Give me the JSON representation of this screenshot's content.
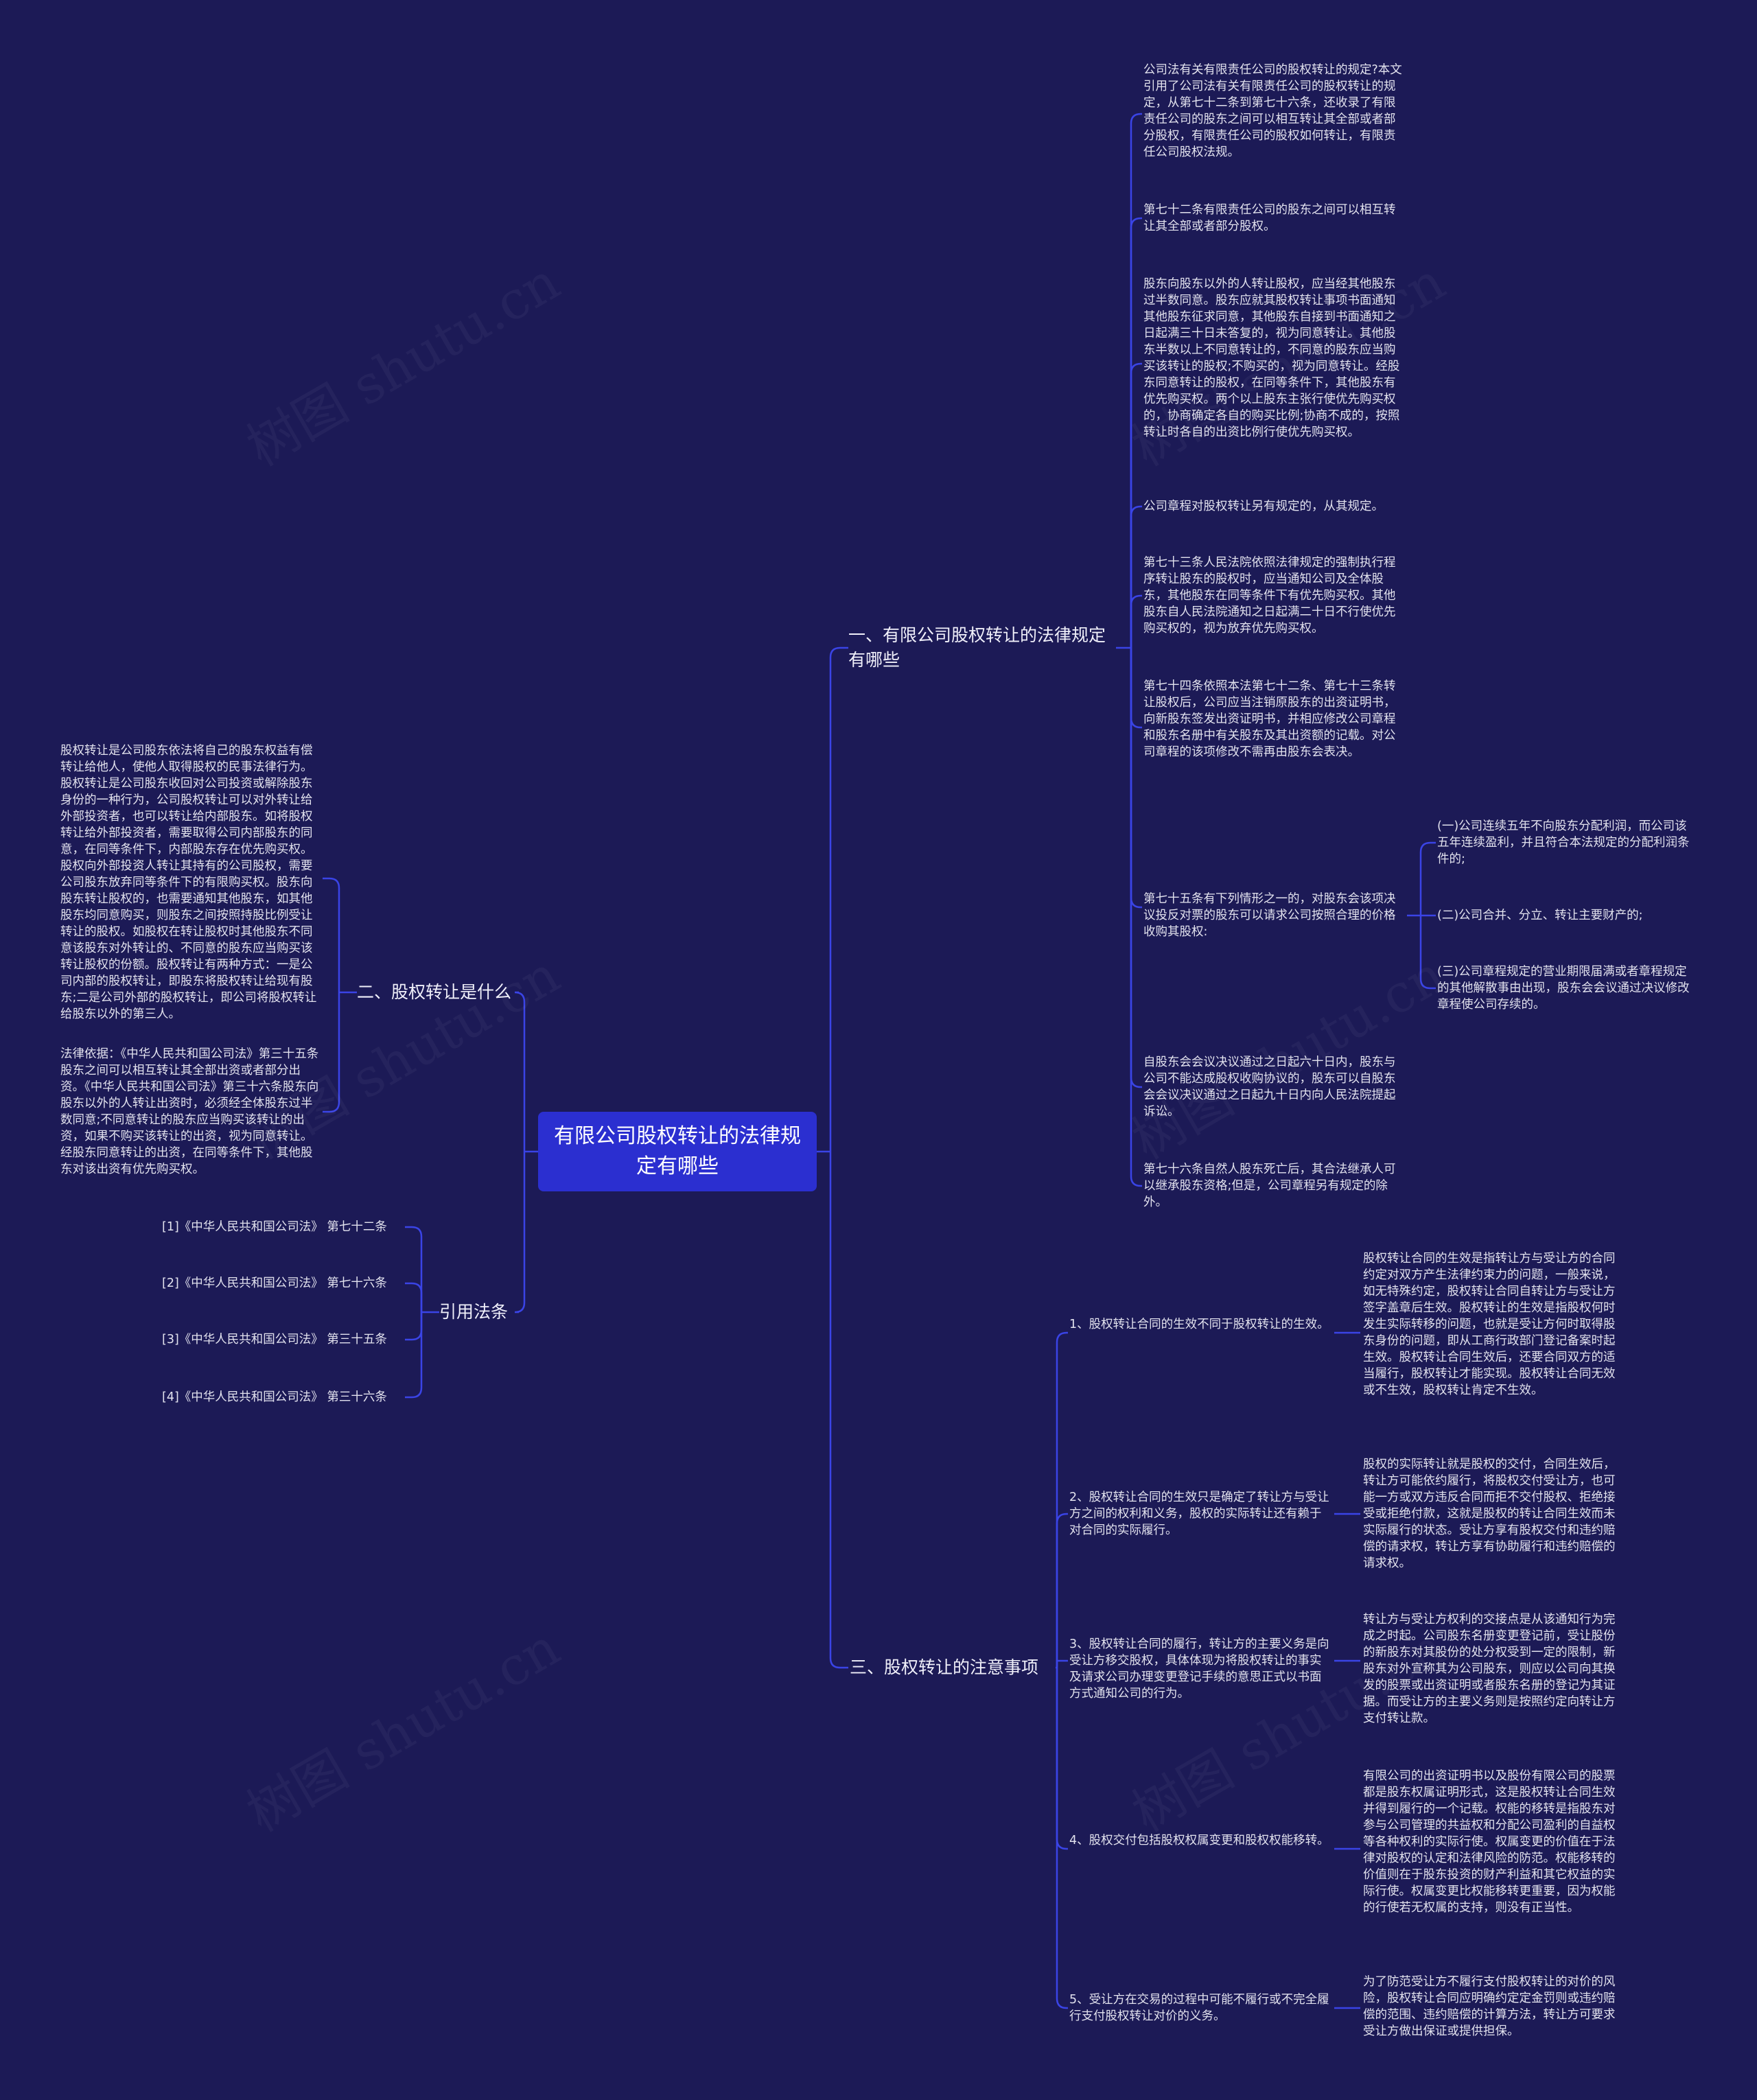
{
  "root": "有限公司股权转让的法律规定有哪些",
  "watermark": "树图 shutu.cn",
  "colors": {
    "background": "#1c1a56",
    "root": "#2b2fd0",
    "line": "#3a44e6"
  },
  "branch1": {
    "title": "一、有限公司股权转让的法律规定有哪些",
    "items": [
      "公司法有关有限责任公司的股权转让的规定?本文引用了公司法有关有限责任公司的股权转让的规定，从第七十二条到第七十六条，还收录了有限责任公司的股东之间可以相互转让其全部或者部分股权，有限责任公司的股权如何转让，有限责任公司股权法规。",
      "第七十二条有限责任公司的股东之间可以相互转让其全部或者部分股权。",
      "股东向股东以外的人转让股权，应当经其他股东过半数同意。股东应就其股权转让事项书面通知其他股东征求同意，其他股东自接到书面通知之日起满三十日未答复的，视为同意转让。其他股东半数以上不同意转让的，不同意的股东应当购买该转让的股权;不购买的，视为同意转让。经股东同意转让的股权，在同等条件下，其他股东有优先购买权。两个以上股东主张行使优先购买权的，协商确定各自的购买比例;协商不成的，按照转让时各自的出资比例行使优先购买权。",
      "公司章程对股权转让另有规定的，从其规定。",
      "第七十三条人民法院依照法律规定的强制执行程序转让股东的股权时，应当通知公司及全体股东，其他股东在同等条件下有优先购买权。其他股东自人民法院通知之日起满二十日不行使优先购买权的，视为放弃优先购买权。",
      "第七十四条依照本法第七十二条、第七十三条转让股权后，公司应当注销原股东的出资证明书，向新股东签发出资证明书，并相应修改公司章程和股东名册中有关股东及其出资额的记载。对公司章程的该项修改不需再由股东会表决。",
      "第七十五条有下列情形之一的，对股东会该项决议投反对票的股东可以请求公司按照合理的价格收购其股权:",
      "自股东会会议决议通过之日起六十日内，股东与公司不能达成股权收购协议的，股东可以自股东会会议决议通过之日起九十日内向人民法院提起诉讼。",
      "第七十六条自然人股东死亡后，其合法继承人可以继承股东资格;但是，公司章程另有规定的除外。"
    ],
    "sub75": [
      "(一)公司连续五年不向股东分配利润，而公司该五年连续盈利，并且符合本法规定的分配利润条件的;",
      "(二)公司合并、分立、转让主要财产的;",
      "(三)公司章程规定的营业期限届满或者章程规定的其他解散事由出现，股东会会议通过决议修改章程使公司存续的。"
    ]
  },
  "branch2": {
    "title": "二、股权转让是什么",
    "items": [
      "股权转让是公司股东依法将自己的股东权益有偿转让给他人，使他人取得股权的民事法律行为。股权转让是公司股东收回对公司投资或解除股东身份的一种行为，公司股权转让可以对外转让给外部投资者，也可以转让给内部股东。如将股权转让给外部投资者，需要取得公司内部股东的同意，在同等条件下，内部股东存在优先购买权。股权向外部投资人转让其持有的公司股权，需要公司股东放弃同等条件下的有限购买权。股东向股东转让股权的，也需要通知其他股东，如其他股东均同意购买，则股东之间按照持股比例受让转让的股权。如股权在转让股权时其他股东不同意该股东对外转让的、不同意的股东应当购买该转让股权的份额。股权转让有两种方式：一是公司内部的股权转让，即股东将股权转让给现有股东;二是公司外部的股权转让，即公司将股权转让给股东以外的第三人。",
      "法律依据：《中华人民共和国公司法》第三十五条股东之间可以相互转让其全部出资或者部分出资。《中华人民共和国公司法》第三十六条股东向股东以外的人转让出资时，必须经全体股东过半数同意;不同意转让的股东应当购买该转让的出资，如果不购买该转让的出资，视为同意转让。经股东同意转让的出资，在同等条件下，其他股东对该出资有优先购买权。"
    ]
  },
  "branch3": {
    "title": "引用法条",
    "items": [
      "[1]《中华人民共和国公司法》 第七十二条",
      "[2]《中华人民共和国公司法》 第七十六条",
      "[3]《中华人民共和国公司法》 第三十五条",
      "[4]《中华人民共和国公司法》 第三十六条"
    ]
  },
  "branch4": {
    "title": "三、股权转让的注意事项",
    "items": [
      {
        "label": "1、股权转让合同的生效不同于股权转让的生效。",
        "detail": "股权转让合同的生效是指转让方与受让方的合同约定对双方产生法律约束力的问题，一般来说，如无特殊约定，股权转让合同自转让方与受让方签字盖章后生效。股权转让的生效是指股权何时发生实际转移的问题，也就是受让方何时取得股东身份的问题，即从工商行政部门登记备案时起生效。股权转让合同生效后，还要合同双方的适当履行，股权转让才能实现。股权转让合同无效或不生效，股权转让肯定不生效。"
      },
      {
        "label": "2、股权转让合同的生效只是确定了转让方与受让方之间的权利和义务，股权的实际转让还有赖于对合同的实际履行。",
        "detail": "股权的实际转让就是股权的交付，合同生效后，转让方可能依约履行，将股权交付受让方，也可能一方或双方违反合同而拒不交付股权、拒绝接受或拒绝付款，这就是股权的转让合同生效而未实际履行的状态。受让方享有股权交付和违约赔偿的请求权，转让方享有协助履行和违约赔偿的请求权。"
      },
      {
        "label": "3、股权转让合同的履行，转让方的主要义务是向受让方移交股权，具体体现为将股权转让的事实及请求公司办理变更登记手续的意思正式以书面方式通知公司的行为。",
        "detail": "转让方与受让方权利的交接点是从该通知行为完成之时起。公司股东名册变更登记前，受让股份的新股东对其股份的处分权受到一定的限制，新股东对外宣称其为公司股东，则应以公司向其换发的股票或出资证明或者股东名册的登记为其证据。而受让方的主要义务则是按照约定向转让方支付转让款。"
      },
      {
        "label": "4、股权交付包括股权权属变更和股权权能移转。",
        "detail": "有限公司的出资证明书以及股份有限公司的股票都是股东权属证明形式，这是股权转让合同生效并得到履行的一个记载。权能的移转是指股东对参与公司管理的共益权和分配公司盈利的自益权等各种权利的实际行使。权属变更的价值在于法律对股权的认定和法律风险的防范。权能移转的价值则在于股东投资的财产利益和其它权益的实际行使。权属变更比权能移转更重要，因为权能的行使若无权属的支持，则没有正当性。"
      },
      {
        "label": "5、受让方在交易的过程中可能不履行或不完全履行支付股权转让对价的义务。",
        "detail": "为了防范受让方不履行支付股权转让的对价的风险，股权转让合同应明确约定定金罚则或违约赔偿的范围、违约赔偿的计算方法，转让方可要求受让方做出保证或提供担保。"
      }
    ]
  }
}
